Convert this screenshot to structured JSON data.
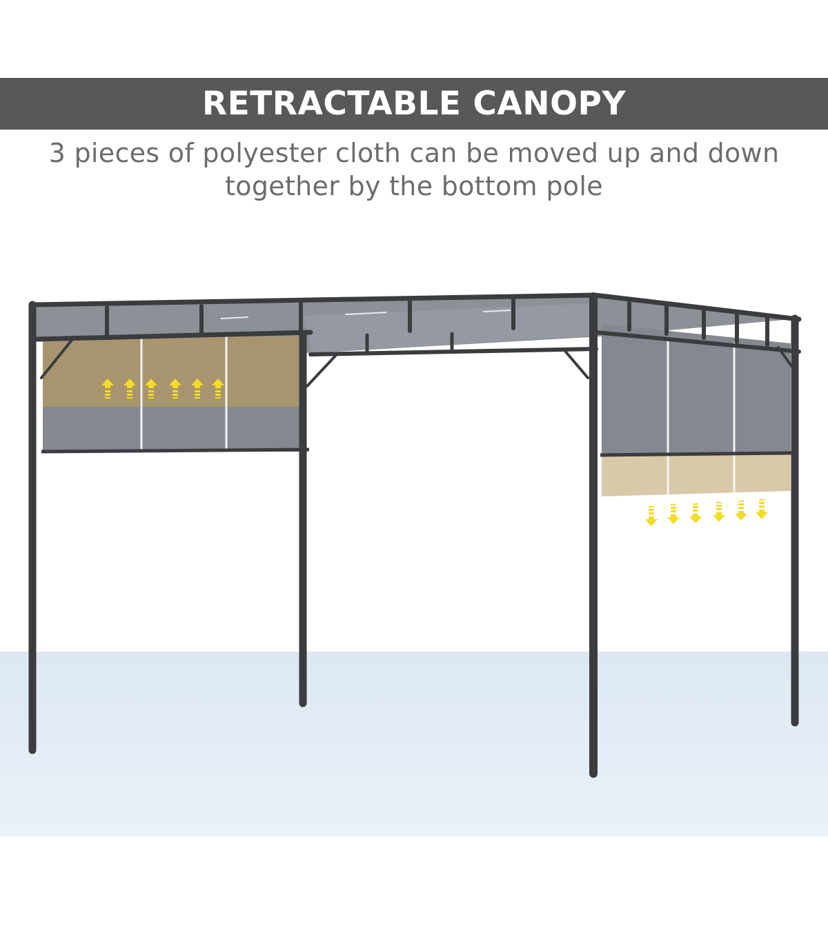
{
  "banner": {
    "title": "RETRACTABLE CANOPY"
  },
  "subtitle": {
    "line1": "3 pieces of polyester cloth can be moved up and down",
    "line2": "together by the bottom pole"
  },
  "colors": {
    "banner_bg": "#58585a",
    "frame": "#3a3c3f",
    "panel_grey": "#858890",
    "panel_beige": "#d8c9a8",
    "panel_khaki": "#a89570",
    "arrow_yellow": "#f3dc24",
    "floor": "#e3ecf5"
  },
  "icons": {
    "left_panel_arrows": "arrow-up-icon",
    "right_panel_arrows": "arrow-down-icon"
  }
}
